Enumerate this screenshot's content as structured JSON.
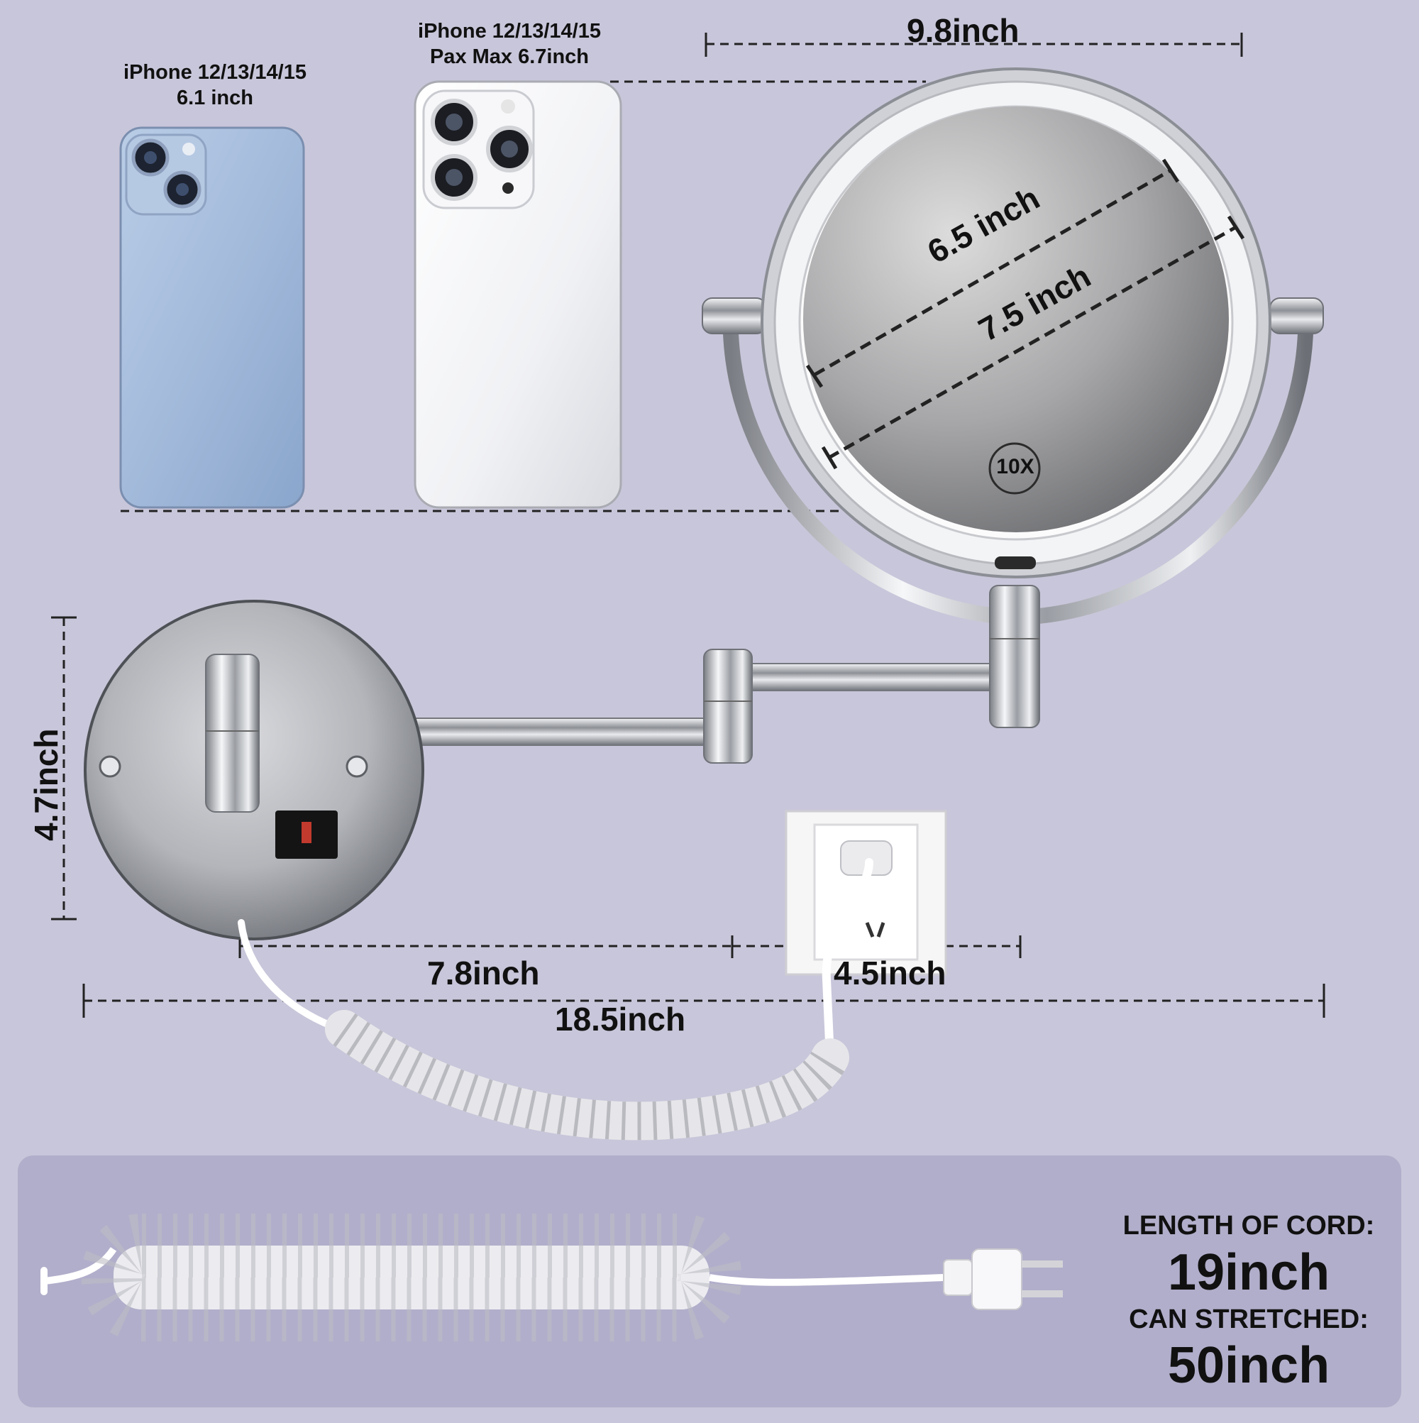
{
  "phones": {
    "small": {
      "line1": "iPhone 12/13/14/15",
      "line2": "6.1 inch"
    },
    "large": {
      "line1": "iPhone 12/13/14/15",
      "line2": "Pax Max 6.7inch"
    }
  },
  "mirror": {
    "outer_width": "9.8inch",
    "glass_diameter": "7.5 inch",
    "inner_dimension": "6.5 inch",
    "magnification": "10X"
  },
  "base": {
    "height": "4.7inch"
  },
  "arm": {
    "segment_1": "7.8inch",
    "segment_2": "4.5inch",
    "total_extension": "18.5inch"
  },
  "cord": {
    "length_label": "LENGTH OF CORD:",
    "length_value": "19inch",
    "stretch_label": "CAN STRETCHED:",
    "stretch_value": "50inch"
  },
  "colors": {
    "background": "#c8c6da",
    "panel": "#b1aecb",
    "chrome": "#c9cbd0",
    "phone_blue": "#a9bfdc",
    "phone_white": "#f2f3f6"
  }
}
